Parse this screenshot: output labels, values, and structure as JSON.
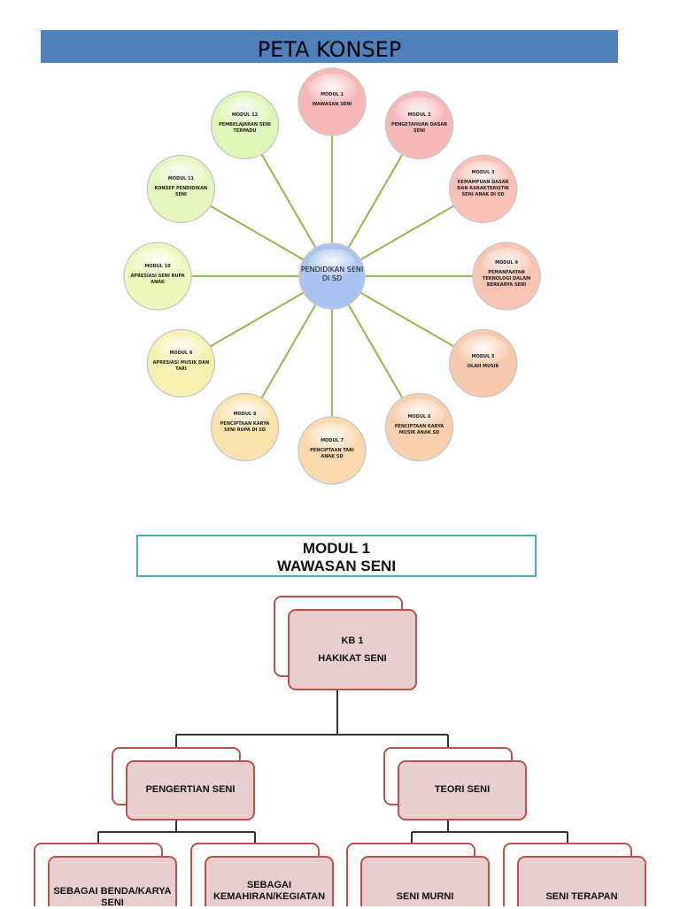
{
  "header": {
    "title": "PETA KONSEP"
  },
  "concept_map": {
    "center": {
      "label": "PENDIDIKAN SENI DI SD",
      "color": "#a9c3f0"
    },
    "nodes": [
      {
        "module": "MODUL 1",
        "label": "WAWASAN SENI",
        "color": "#f6b7b7"
      },
      {
        "module": "MODUL 2",
        "label": "PENGETAHUAN DASAR SENI",
        "color": "#f6b7b7"
      },
      {
        "module": "MODUL 3",
        "label": "KEMAMPUAN DASAR DAN KARAKTERISTIK SENI ANAK DI SD",
        "color": "#f8c0b6"
      },
      {
        "module": "MODUL 4",
        "label": "PEMANFAATAN TEKNOLOGI DALAM BERKARYA SENI",
        "color": "#f8c4b2"
      },
      {
        "module": "MODUL 5",
        "label": "OLAH MUSIK",
        "color": "#f9c9ae"
      },
      {
        "module": "MODUL 6",
        "label": "PENCIPTAAN KARYA MUSIK ANAK SD",
        "color": "#f9d0ab"
      },
      {
        "module": "MODUL 7",
        "label": "PENCIPTAAN TARI ANAK SD",
        "color": "#fbd8ad"
      },
      {
        "module": "MODUL 8",
        "label": "PENCIPTAAN KARYA SENI RUPA DI SD",
        "color": "#fbe3ad"
      },
      {
        "module": "MODUL 9",
        "label": "APRESIASI MUSIK DAN TARI",
        "color": "#f6f1b1"
      },
      {
        "module": "MODUL 10",
        "label": "APRESIASI SENI RUPA ANAK",
        "color": "#eef7bb"
      },
      {
        "module": "MODUL 11",
        "label": "KONSEP PENDIDIKAN SENI",
        "color": "#e3f7bd"
      },
      {
        "module": "MODUL 12",
        "label": "PEMBELAJARAN SENI TERPADU",
        "color": "#dcf6b8"
      }
    ],
    "connector_color": "#9bbb59"
  },
  "module_box": {
    "line1": "MODUL 1",
    "line2": "WAWASAN SENI"
  },
  "hierarchy": {
    "root": {
      "line1": "KB 1",
      "line2": "HAKIKAT SENI"
    },
    "level2": [
      {
        "label": "PENGERTIAN SENI"
      },
      {
        "label": "TEORI SENI"
      }
    ],
    "level3": [
      {
        "label": "SEBAGAI BENDA/KARYA SENI"
      },
      {
        "label": "SEBAGAI KEMAHIRAN/KEGIATAN"
      },
      {
        "label": "SENI MURNI"
      },
      {
        "label": "SENI TERAPAN"
      }
    ],
    "box_fill": "#e8cfcf",
    "box_stroke": "#c0504d"
  }
}
